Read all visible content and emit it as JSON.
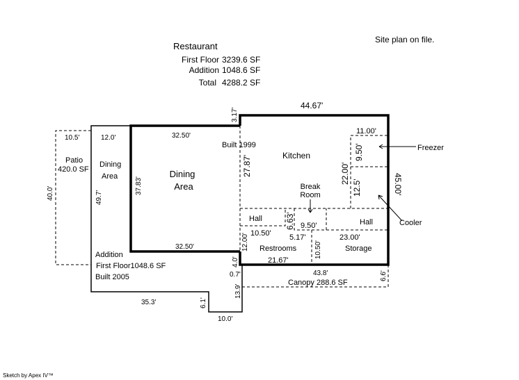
{
  "header": {
    "title": "Restaurant",
    "rows": [
      {
        "label": "First Floor",
        "value": "3239.6 SF"
      },
      {
        "label": "Addition",
        "value": "1048.6 SF"
      },
      {
        "label": "Total",
        "value": "4288.2 SF"
      }
    ],
    "note": "Site plan on file."
  },
  "rooms": {
    "kitchen": "Kitchen",
    "built_1999": "Built 1999",
    "break_room_1": "Break",
    "break_room_2": "Room",
    "hall_left": "Hall",
    "hall_right": "Hall",
    "restrooms": "Restrooms",
    "storage": "Storage",
    "dining_main_1": "Dining",
    "dining_main_2": "Area",
    "dining_add_1": "Dining",
    "dining_add_2": "Area",
    "patio_1": "Patio",
    "patio_2": "420.0 SF",
    "addition_1": "Addition",
    "addition_2": "First Floor1048.6 SF",
    "addition_3": "Built 2005",
    "canopy": "Canopy  288.6 SF",
    "freezer": "Freezer",
    "cooler": "Cooler"
  },
  "dimensions": {
    "d4467": "44.67'",
    "d317": "3.17'",
    "d3250_top": "32.50'",
    "d3250_bottom": "32.50'",
    "d2787": "27.87'",
    "d3783": "37.83'",
    "d497": "49.7'",
    "d105": "10.5'",
    "d120": "12.0'",
    "d400": "40.0'",
    "d1100": "11.00'",
    "d950_freezer": "9.50'",
    "d2200": "22.00'",
    "d125": "12.5'",
    "d4500": "45.00'",
    "d663": "6.63'",
    "d950_break": "9.50'",
    "d1050_hall": "10.50'",
    "d517": "5.17'",
    "d1200": "12.00'",
    "d1050_rest": "10.50'",
    "d2300": "23.00'",
    "d2167": "21.67'",
    "d40": "4.0'",
    "d07": "0.7'",
    "d438": "43.8'",
    "d66": "6.6'",
    "d139": "13.9'",
    "d353": "35.3'",
    "d61": "6.1'",
    "d100": "10.0'"
  },
  "footer": "Sketch by Apex IV™"
}
